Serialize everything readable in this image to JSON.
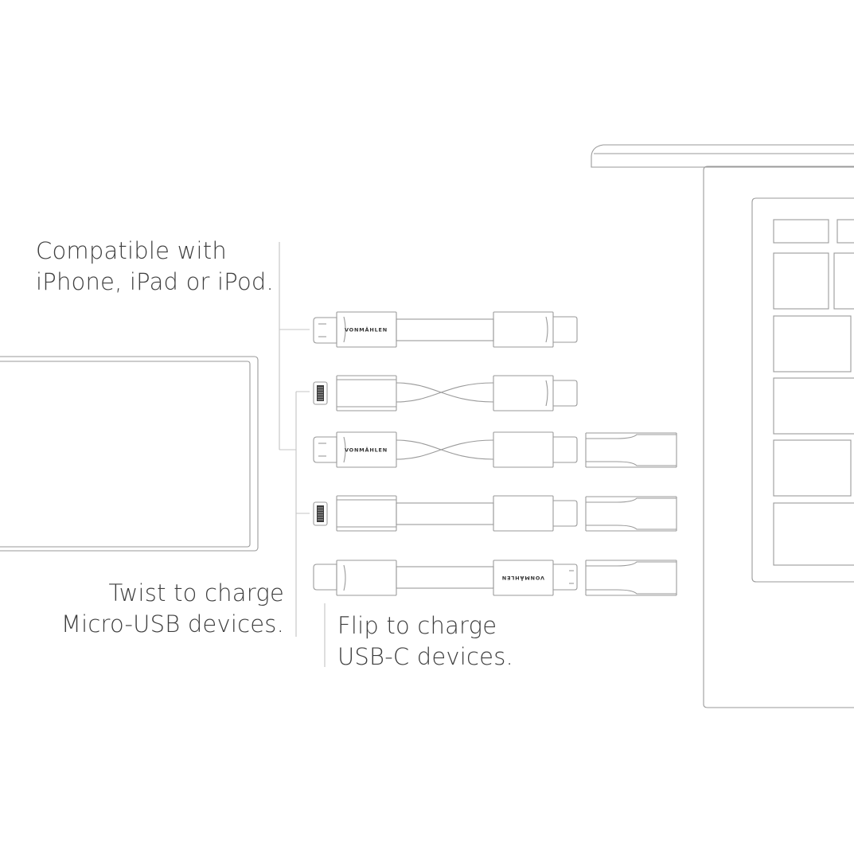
{
  "captions": {
    "compatible": {
      "line1": "Compatible with",
      "line2": "iPhone, iPad or iPod."
    },
    "twist": {
      "line1": "Twist to charge",
      "line2": "Micro-USB devices."
    },
    "flip": {
      "line1": "Flip to charge",
      "line2": "USB-C devices."
    }
  },
  "brand": "VONMÄHLEN",
  "colors": {
    "line": "#9a9a9a",
    "text": "#3e3e3e",
    "background": "#ffffff"
  }
}
